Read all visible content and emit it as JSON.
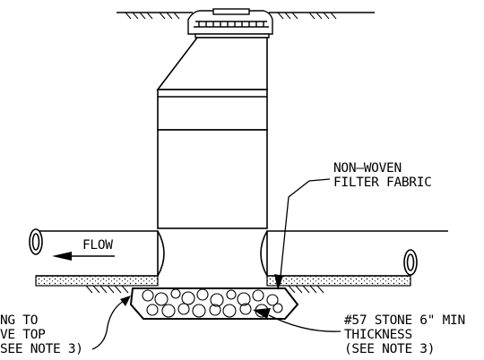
{
  "labels": {
    "flow": "FLOW",
    "fabric_line1": "NON—WOVEN",
    "fabric_line2": "FILTER FABRIC",
    "stone_line1": "#57 STONE 6\" MIN",
    "stone_line2": "THICKNESS",
    "stone_line3": "(SEE NOTE 3)",
    "left_line1": "NG TO",
    "left_line2": "VE TOP",
    "left_line3": "SEE NOTE 3)"
  }
}
